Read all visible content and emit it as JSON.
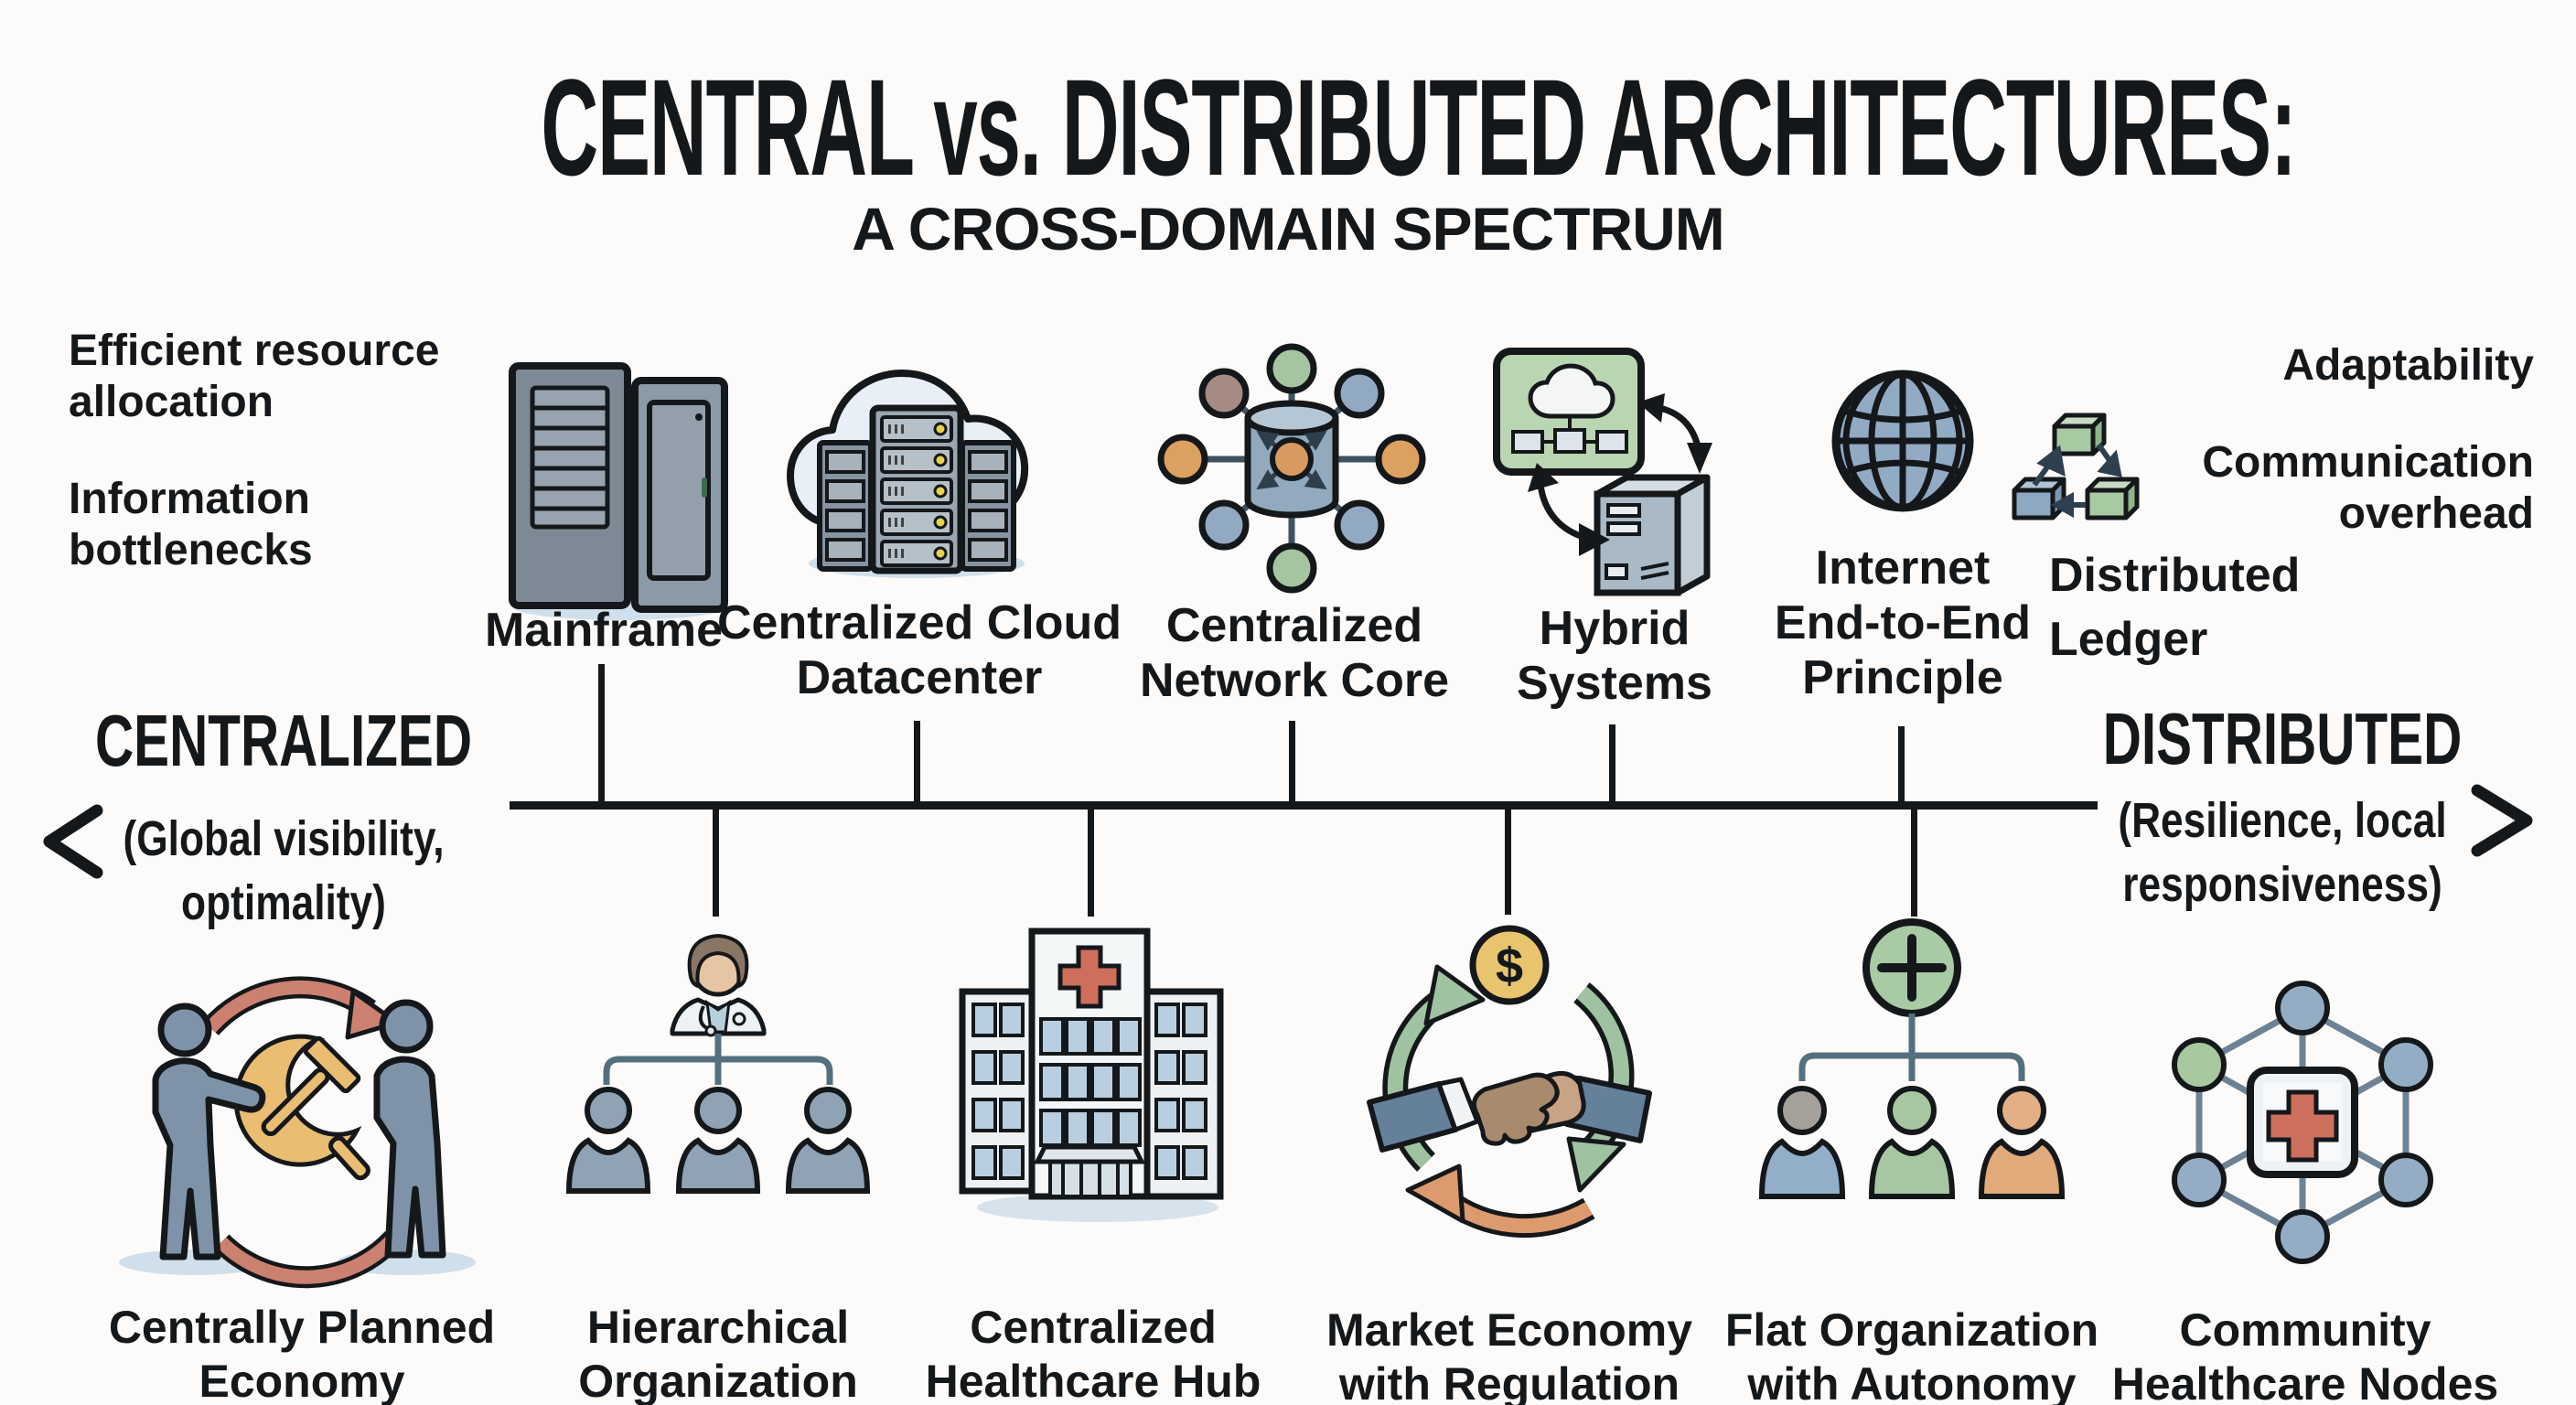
{
  "title": "CENTRAL vs. DISTRIBUTED ARCHITECTURES:",
  "subtitle": "A CROSS-DOMAIN SPECTRUM",
  "axis": {
    "left_pole": {
      "name": "CENTRALIZED",
      "qualifier": "(Global visibility, optimality)"
    },
    "right_pole": {
      "name": "DISTRIBUTED",
      "qualifier": "(Resilience, local responsiveness)"
    }
  },
  "tradeoffs": {
    "centralized_pro": "Efficient resource allocation",
    "centralized_con": "Information bottlenecks",
    "distributed_pro": "Adaptability",
    "distributed_con": "Communication overhead"
  },
  "top_row": [
    {
      "label": "Mainframe",
      "icon": "mainframe-icon"
    },
    {
      "label": "Centralized Cloud Datacenter",
      "icon": "cloud-datacenter-icon"
    },
    {
      "label": "Centralized Network Core",
      "icon": "network-core-icon"
    },
    {
      "label": "Hybrid Systems",
      "icon": "hybrid-systems-icon"
    },
    {
      "label": "Internet End-to-End Principle",
      "icon": "internet-globe-icon"
    },
    {
      "label": "Distributed Ledger",
      "icon": "distributed-ledger-icon"
    }
  ],
  "bottom_row": [
    {
      "label": "Centrally Planned Economy",
      "icon": "centrally-planned-economy-icon"
    },
    {
      "label": "Hierarchical Organization",
      "icon": "hierarchical-organization-icon"
    },
    {
      "label": "Centralized Healthcare Hub",
      "icon": "centralized-healthcare-hub-icon"
    },
    {
      "label": "Market Economy with Regulation",
      "icon": "market-economy-icon"
    },
    {
      "label": "Flat Organization with Autonomy",
      "icon": "flat-organization-icon"
    },
    {
      "label": "Community Healthcare Nodes",
      "icon": "community-healthcare-nodes-icon"
    }
  ],
  "glyphs": {
    "dollar": "$"
  },
  "colors": {
    "background": "#FCFBF9",
    "ink": "#15181B",
    "slate_blue": "#8FA8C2",
    "steel_gray": "#8A97A3",
    "shadow_blue": "#CFE0EC",
    "cloud_white": "#E9EFF6",
    "green": "#A8CAA2",
    "panel_green": "#BAD5B1",
    "orange": "#DCA05F",
    "salmon": "#CC8070",
    "brick_red": "#CE6F5C",
    "gold": "#E9C46E",
    "mauve": "#A68B85",
    "skin_tan": "#E5C5A3",
    "hair_brown": "#8A7665",
    "hand_tan": "#C8A384",
    "hand_brown": "#AA8A6C",
    "sleeve_blue": "#64809A",
    "connector_slate": "#53707F"
  }
}
